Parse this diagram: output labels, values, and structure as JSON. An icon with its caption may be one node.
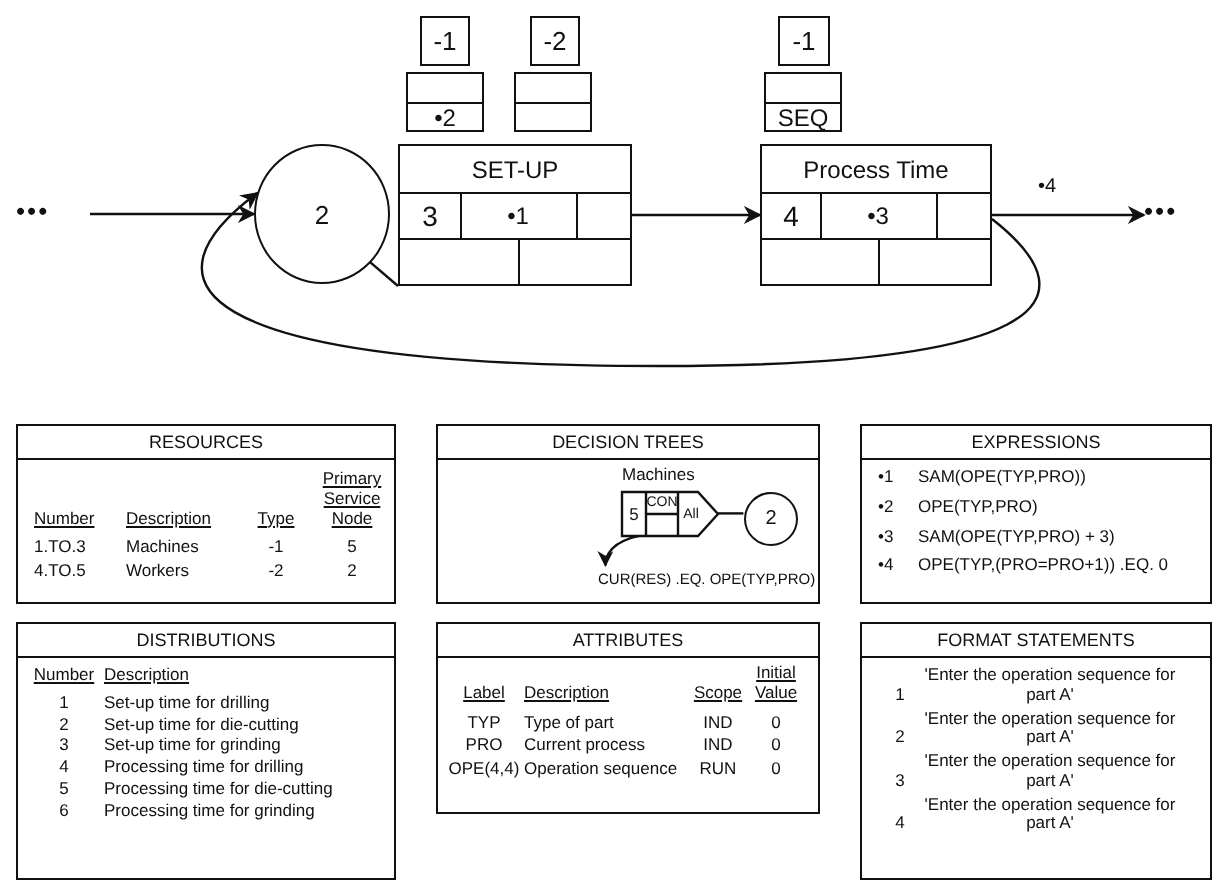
{
  "diagram": {
    "nodes": [
      {
        "text": [
          "•••"
        ]
      },
      {
        "text": [
          "2"
        ]
      },
      {
        "text": [
          "-1"
        ]
      },
      {
        "text": [
          "•2"
        ]
      },
      {
        "text": [
          "-2"
        ]
      },
      {
        "text": [],
        "shape": "box"
      },
      {
        "text": [
          "SET-UP",
          "3",
          "•1"
        ]
      },
      {
        "text": [
          "-1"
        ]
      },
      {
        "text": [
          "SEQ"
        ]
      },
      {
        "text": [
          "Process Time",
          "4",
          "•3"
        ]
      },
      {
        "text": [
          "•••"
        ]
      },
      {
        "text": [
          "RESOURCES",
          "Number",
          "Description",
          "Type",
          "Primary Service Node",
          "1.TO.3",
          "Machines",
          "-1",
          "5",
          "4.TO.5",
          "Workers",
          "-2",
          "2"
        ]
      },
      {
        "text": [
          "DECISION TREES"
        ]
      },
      {
        "text": [
          "Machines",
          "5",
          "CON",
          "All"
        ],
        "in": 12
      },
      {
        "text": [
          "2"
        ],
        "in": 12
      },
      {
        "text": [
          "CUR(RES) .EQ. OPE(TYP,PRO)"
        ],
        "in": 12
      },
      {
        "text": [
          "EXPRESSIONS",
          "•1",
          "SAM(OPE(TYP,PRO))",
          "•2",
          "OPE(TYP,PRO)",
          "•3",
          "SAM(OPE(TYP,PRO) + 3)",
          "•4",
          "OPE(TYP,(PRO=PRO+1)) .EQ. 0"
        ]
      },
      {
        "text": [
          "DISTRIBUTIONS",
          "Number",
          "Description",
          "1",
          "Set-up time for drilling",
          "2",
          "Set-up time for die-cutting",
          "3",
          "Set-up time for grinding",
          "4",
          "Processing time for drilling",
          "5",
          "Processing time for die-cutting",
          "6",
          "Processing time for grinding"
        ]
      },
      {
        "text": [
          "ATTRIBUTES",
          "Label",
          "Description",
          "Scope",
          "Initial Value",
          "TYP",
          "Type of part",
          "IND",
          "0",
          "PRO",
          "Current process",
          "IND",
          "0",
          "OPE(4,4)",
          "Operation sequence",
          "RUN",
          "0"
        ]
      },
      {
        "text": [
          "FORMAT STATEMENTS",
          "1",
          "'Enter the operation sequence for part A'",
          "2",
          "'Enter the operation sequence for part A'",
          "3",
          "'Enter the operation sequence for part A'",
          "4",
          "'Enter the operation sequence for part A'"
        ]
      }
    ],
    "edges": [
      {
        "from": 0,
        "to": 1,
        "arrow": "to"
      },
      {
        "from": 6,
        "to": 9,
        "arrow": "to"
      },
      {
        "from": 9,
        "to": 10,
        "label": "•4",
        "arrow": "to"
      },
      {
        "from": 9,
        "to": 1,
        "arrow": "to"
      },
      {
        "from": 1,
        "to": 6,
        "arrow": "none"
      },
      {
        "from": 13,
        "to": 14,
        "arrow": "none"
      },
      {
        "from": 13,
        "to": 15,
        "arrow": "to"
      }
    ]
  }
}
